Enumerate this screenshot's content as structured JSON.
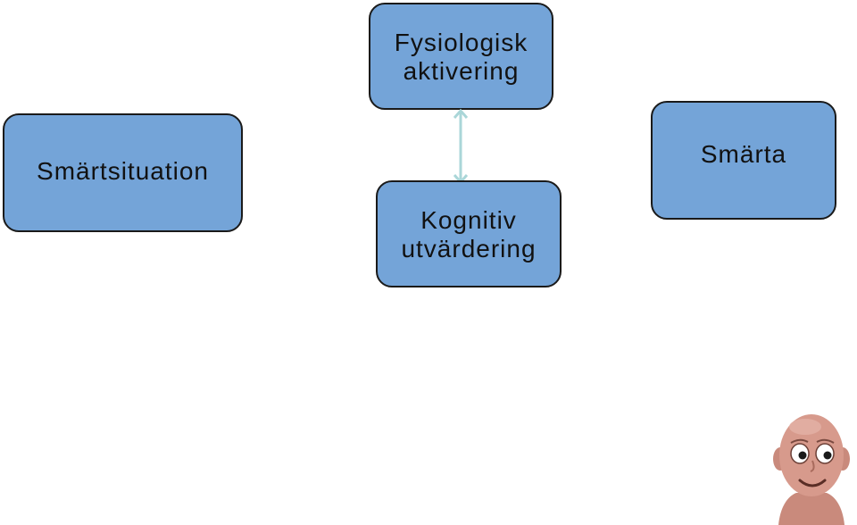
{
  "diagram": {
    "nodes": {
      "smartsituation": {
        "label": "Smärtsituation"
      },
      "fysiologisk": {
        "line1": "Fysiologisk",
        "line2": "aktivering"
      },
      "kognitiv": {
        "line1": "Kognitiv",
        "line2": "utvärdering"
      },
      "smarta": {
        "label": "Smärta"
      }
    },
    "edges": [
      {
        "from": "fysiologisk",
        "to": "kognitiv",
        "style": "bidirectional-arrow"
      }
    ]
  },
  "colors": {
    "node_fill": "#74a4d8",
    "node_border": "#1a1a1a",
    "arrow": "#aad6d8",
    "mascot_skin": "#d79a8c"
  },
  "icons": {
    "mascot": "bald-character-icon"
  }
}
